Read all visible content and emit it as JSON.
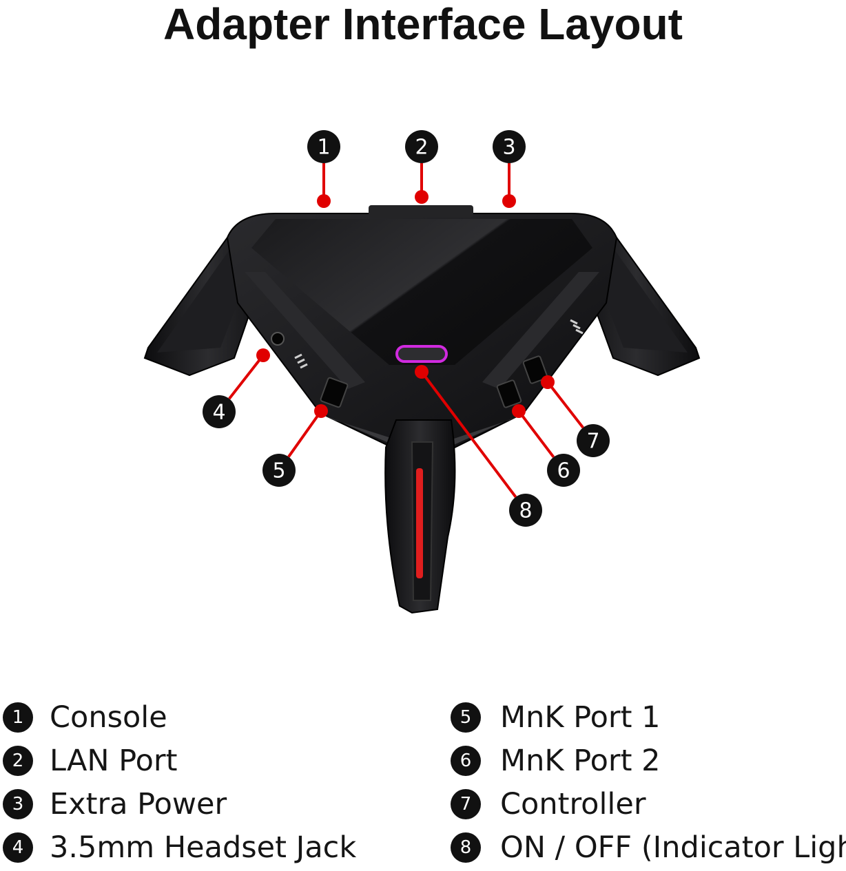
{
  "title": "Adapter Interface Layout",
  "colors": {
    "callout_line": "#e00000",
    "badge": "#111111",
    "device_body": "#1c1c1e",
    "indicator": "#d02adf"
  },
  "callouts": [
    {
      "number": "1",
      "label": "Console"
    },
    {
      "number": "2",
      "label": "LAN Port"
    },
    {
      "number": "3",
      "label": "Extra Power"
    },
    {
      "number": "4",
      "label": "3.5mm Headset Jack"
    },
    {
      "number": "5",
      "label": "MnK Port 1"
    },
    {
      "number": "6",
      "label": "MnK Port 2"
    },
    {
      "number": "7",
      "label": "Controller"
    },
    {
      "number": "8",
      "label": "ON / OFF (Indicator Light)"
    }
  ]
}
